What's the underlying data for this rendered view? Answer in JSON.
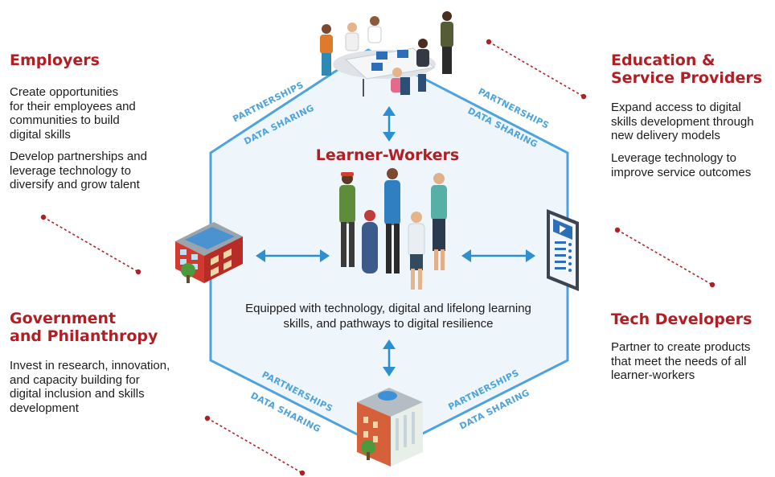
{
  "center": {
    "title": "Learner-Workers",
    "caption": "Equipped with technology, digital and lifelong learning\nskills, and pathways to digital resilience"
  },
  "edge_labels": {
    "partnerships": "PARTNERSHIPS",
    "data_sharing": "DATA SHARING"
  },
  "stakeholders": {
    "employers": {
      "heading": "Employers",
      "paragraphs": [
        "Create opportunities\nfor their employees and\ncommunities to build\ndigital skills",
        "Develop partnerships and\nleverage technology to\ndiversify and grow talent"
      ]
    },
    "education": {
      "heading": "Education &\nService Providers",
      "paragraphs": [
        "Expand access to digital\nskills development through\nnew delivery models",
        "Leverage technology to\nimprove service outcomes"
      ]
    },
    "government": {
      "heading": "Government\nand Philanthropy",
      "paragraphs": [
        "Invest in research, innovation,\nand capacity building for\ndigital inclusion and skills\ndevelopment"
      ]
    },
    "tech": {
      "heading": "Tech Developers",
      "paragraphs": [
        "Partner to create products\nthat meet the needs of all\nlearner-workers"
      ]
    }
  },
  "icons": {
    "top": "office-meeting-icon",
    "left": "office-building-icon",
    "right": "tablet-icon",
    "bottom": "public-building-icon",
    "center": "learner-workers-group-icon"
  },
  "colors": {
    "accent_red": "#b11f24",
    "hexagon_stroke": "#4ea3dc",
    "hexagon_fill": "#eef6fc",
    "arrow_blue": "#2b8fd1",
    "label_blue": "#4ea3dc",
    "text": "#1c1c1c"
  }
}
